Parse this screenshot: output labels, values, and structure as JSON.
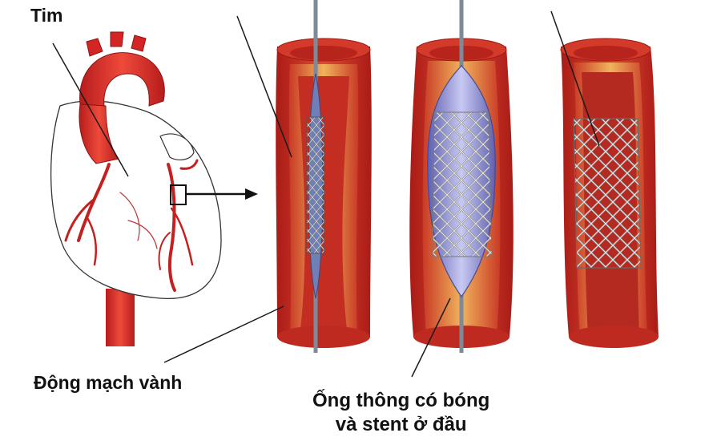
{
  "labels": {
    "heart": "Tim",
    "coronary_artery": "Động mạch vành",
    "catheter_line1": "Ống thông có bóng",
    "catheter_line2": "và stent ở đầu"
  },
  "colors": {
    "artery_wall": "#c9281f",
    "artery_inner": "#e8a24a",
    "aorta": "#d42424",
    "balloon": "#8e8fd6",
    "stent": "#9a9a9a",
    "wire": "#7c8a99",
    "leader_line": "#1a1a1a"
  },
  "stages": [
    {
      "name": "catheter-deflated"
    },
    {
      "name": "balloon-inflated"
    },
    {
      "name": "stent-deployed"
    }
  ]
}
